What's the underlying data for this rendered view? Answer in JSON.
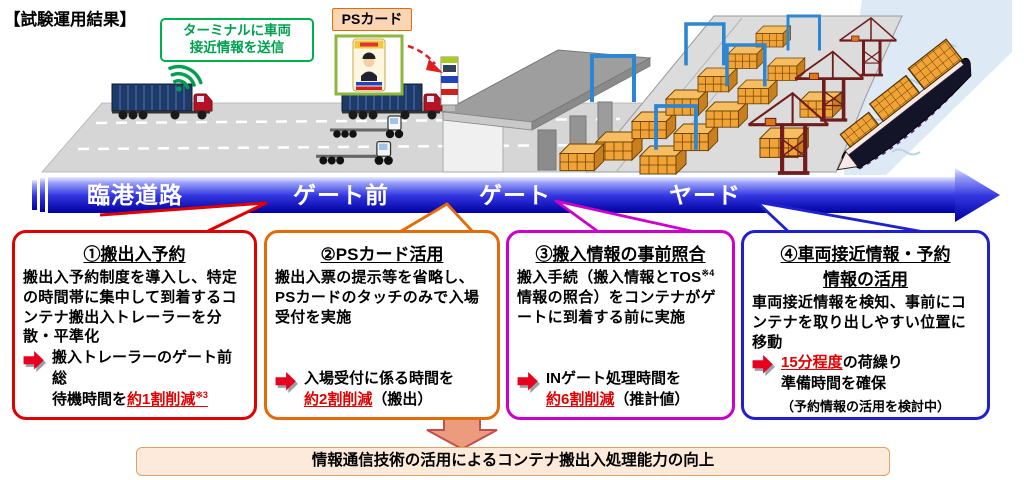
{
  "page_title": "【試験運用結果】",
  "illustration": {
    "approach_bubble": "ターミナルに車両\n接近情報を送信",
    "ps_card_label": "PSカード"
  },
  "timeline": {
    "labels": [
      "臨港道路",
      "ゲート前",
      "ゲート",
      "ヤード"
    ]
  },
  "boxes": [
    {
      "title": "①搬出入予約",
      "body_pre": "搬出入予約制度を導入し、特定の時間帯に集中して到着するコンテナ搬出入トレーラーを分散・平準化",
      "body_sup": "",
      "body_post": "",
      "result_pre": "搬入トレーラーのゲート前総\n待機時間を",
      "result_highlight": "約1割削減",
      "result_sup": "※3",
      "result_post": "",
      "note": "",
      "border_color": "#e00000"
    },
    {
      "title": "②PSカード活用",
      "body_pre": "搬出入票の提示等を省略し、PSカードのタッチのみで入場受付を実施",
      "body_sup": "",
      "body_post": "",
      "result_pre": "入場受付に係る時間を\n",
      "result_highlight": "約2割削減",
      "result_sup": "",
      "result_post": "（搬出）",
      "note": "",
      "border_color": "#e36c09"
    },
    {
      "title": "③搬入情報の事前照合",
      "body_pre": "搬入手続（搬入情報とTOS",
      "body_sup": "※4",
      "body_post": "情報の照合）をコンテナがゲートに到着する前に実施",
      "result_pre": "INゲート処理時間を\n",
      "result_highlight": "約6割削減",
      "result_sup": "",
      "result_post": "（推計値）",
      "note": "",
      "border_color": "#cc00cc"
    },
    {
      "title": "④車両接近情報・予約\n情報の活用",
      "body_pre": "車両接近情報を検知、事前にコンテナを取り出しやすい位置に移動",
      "body_sup": "",
      "body_post": "",
      "result_pre": "",
      "result_highlight": "15分程度",
      "result_sup": "",
      "result_post": "の荷繰り\n準備時間を確保",
      "note": "（予約情報の活用を検討中）",
      "border_color": "#2020d0"
    }
  ],
  "banner": {
    "text": "情報通信技術の活用によるコンテナ搬出入処理能力の向上"
  },
  "colors": {
    "timeline_blue": "#0000a8",
    "highlight_red": "#e00000",
    "bubble_green": "#00b050",
    "banner_bg": "#fdeada",
    "container_orange": "#f2a338",
    "crane_blue": "#2e86d1",
    "quay_crane_red": "#701c1c"
  }
}
